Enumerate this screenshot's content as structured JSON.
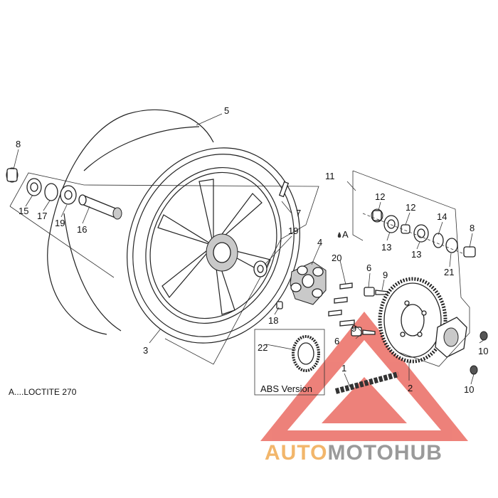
{
  "callouts": {
    "c1": "1",
    "c2": "2",
    "c3": "3",
    "c4": "4",
    "c5": "5",
    "c6a": "6",
    "c6b": "6",
    "c7": "7",
    "c8a": "8",
    "c8b": "8",
    "c9a": "9",
    "c9b": "9",
    "c10a": "10",
    "c10b": "10",
    "c11": "11",
    "c12a": "12",
    "c12b": "12",
    "c13a": "13",
    "c13b": "13",
    "c14": "14",
    "c15": "15",
    "c16": "16",
    "c17": "17",
    "c18": "18",
    "c19a": "19",
    "c19b": "19",
    "c20": "20",
    "c21": "21",
    "c22": "22",
    "cA": "A"
  },
  "note": "A....LOCTITE 270",
  "abs_label": "ABS Version",
  "watermark": {
    "part1": "AUTO",
    "part2": "MOTO",
    "part3": "HUB",
    "color_orange": "#f2b66b",
    "color_grey": "#9a9a9a",
    "color_red": "#e8584e"
  }
}
